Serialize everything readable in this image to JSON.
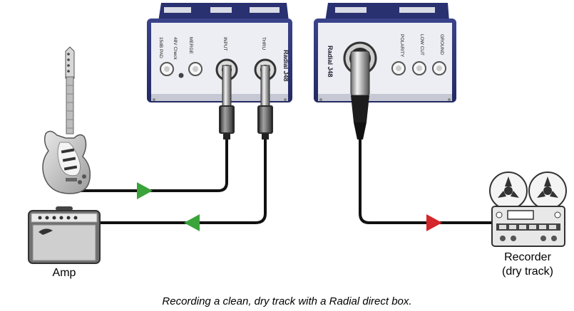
{
  "diagram": {
    "caption": "Recording a clean, dry track with a Radial direct box.",
    "amp_label": "Amp",
    "recorder_label_line1": "Recorder",
    "recorder_label_line2": "(dry track)",
    "front_panel_labels": [
      "15dB PAD",
      "48V Check",
      "MERGE",
      "INPUT",
      "THRU",
      "Radial J48"
    ],
    "rear_panel_labels": [
      "Radial J48",
      "POLARITY",
      "LOW CUT",
      "GROUND"
    ],
    "colors": {
      "cable": "#111111",
      "arrow_input": "#3aa33a",
      "arrow_thru": "#3aa33a",
      "arrow_output": "#d4262b",
      "box_body": "#2d3577",
      "box_panel": "#eceef3"
    },
    "icons": [
      "electric-guitar-icon",
      "guitar-amp-icon",
      "reel-to-reel-recorder-icon",
      "quarter-inch-plug-icon",
      "xlr-plug-icon"
    ]
  }
}
